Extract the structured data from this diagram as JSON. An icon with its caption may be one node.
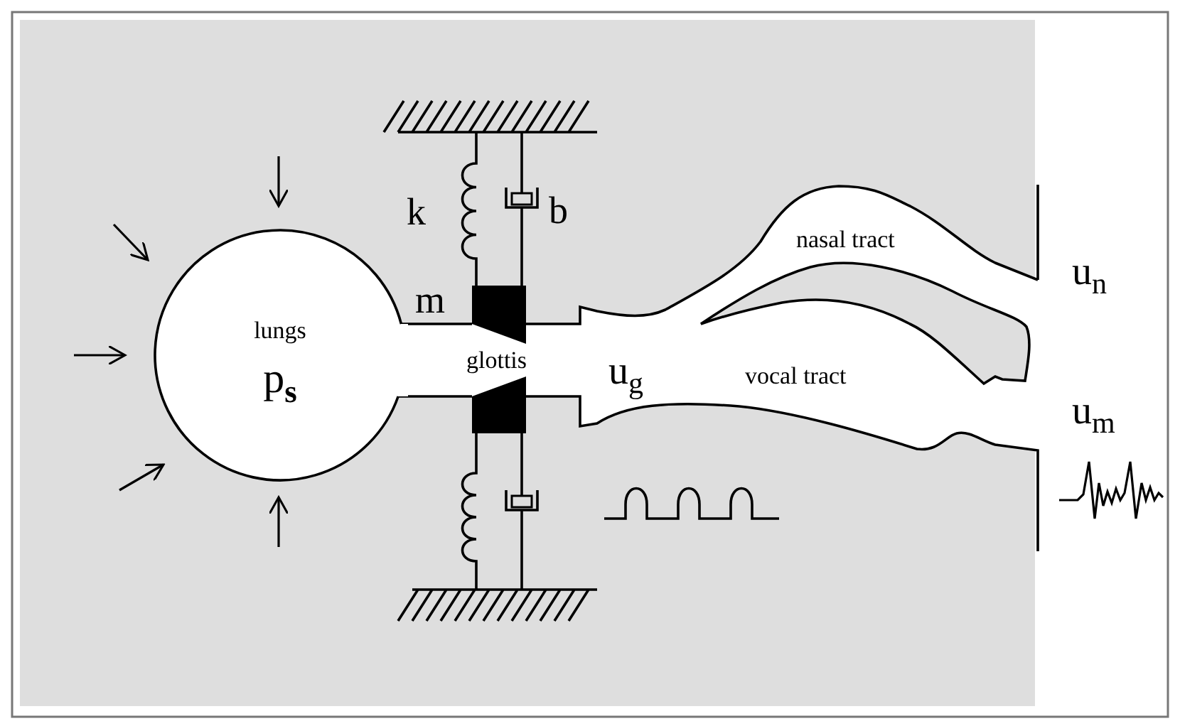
{
  "diagram": {
    "nodes": [
      {
        "text": [
          "lungs",
          "p$_{s}$"
        ]
      }
    ],
    "labels": [
      "k",
      "b",
      "m",
      "glottis",
      "u$_{g}$",
      "nasal tract",
      "vocal tract",
      "u$_{n}$",
      "u$_{m}$"
    ]
  }
}
